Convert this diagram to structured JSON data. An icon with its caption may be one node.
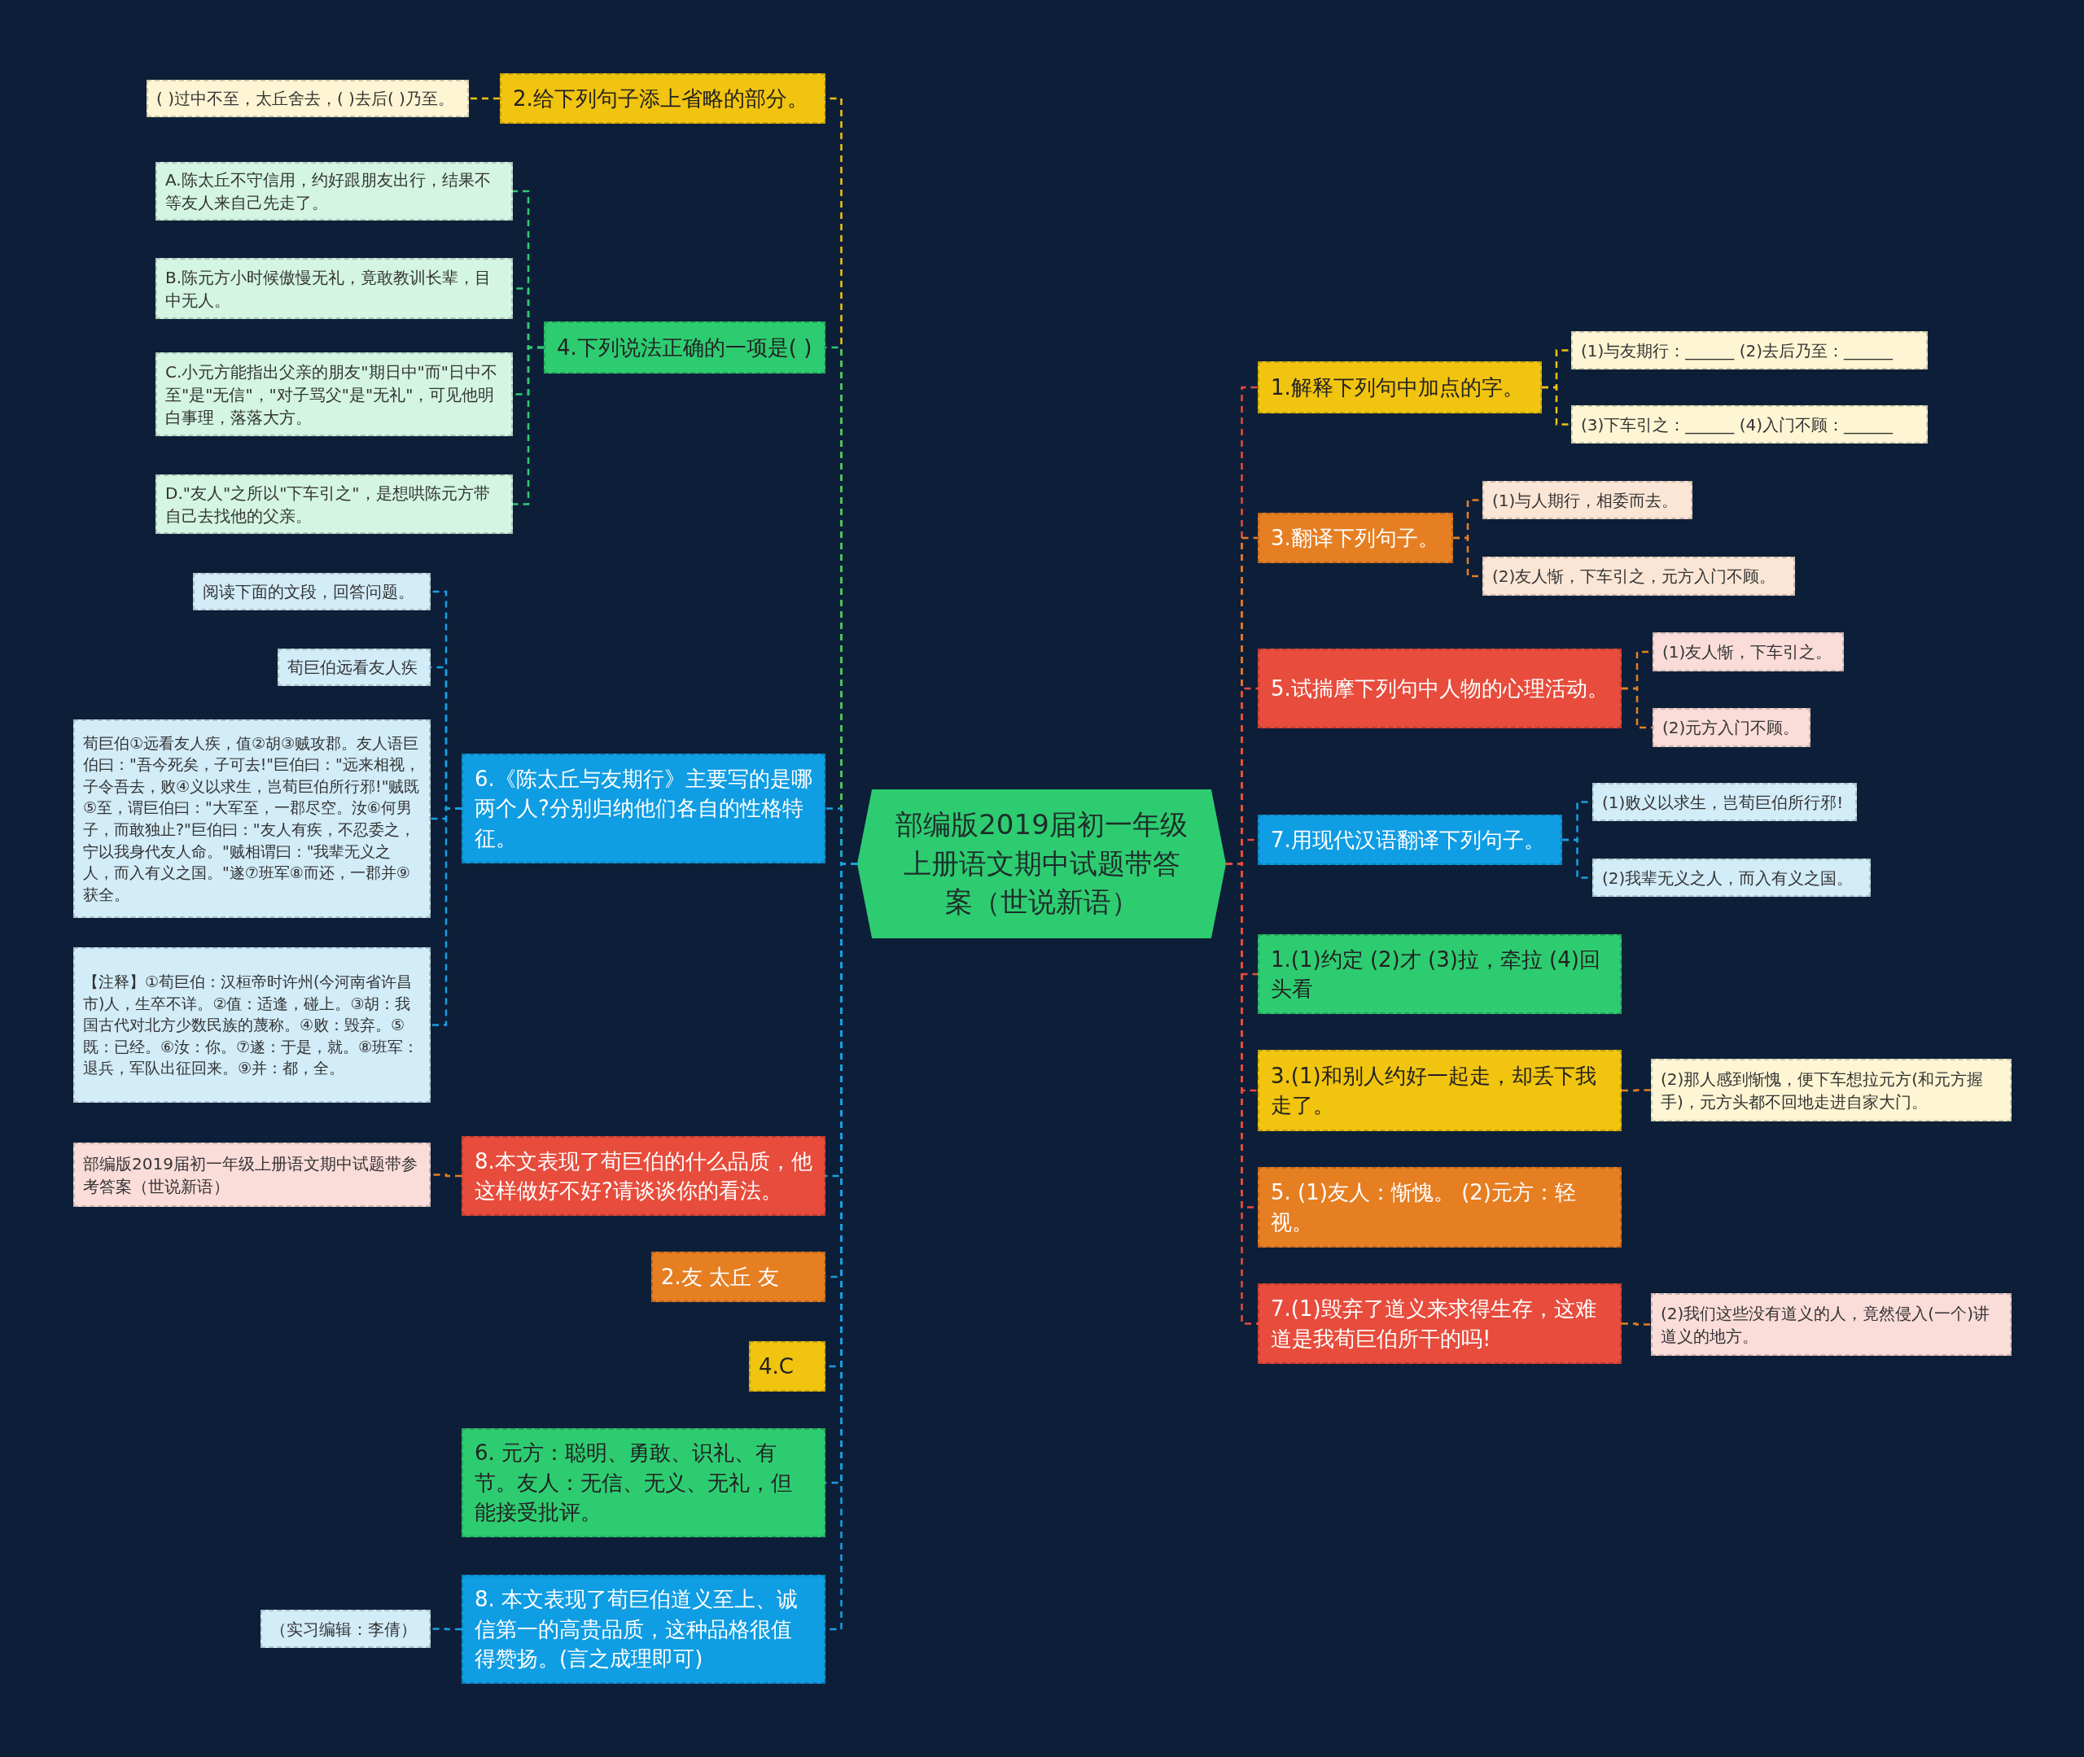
{
  "diagram": {
    "nodes": [
      {
        "text": [
          "部编版2019届初一年级上册语文期中试题带答案（世说新语）"
        ]
      },
      {
        "text": [
          "2.给下列句子添上省略的部分。"
        ]
      },
      {
        "text": [
          "( )过中不至，太丘舍去，( )去后( )乃至。"
        ]
      },
      {
        "text": [
          "4.下列说法正确的一项是( )"
        ]
      },
      {
        "text": [
          "A.陈太丘不守信用，约好跟朋友出行，结果不等友人来自己先走了。"
        ]
      },
      {
        "text": [
          "B.陈元方小时候傲慢无礼，竟敢教训长辈，目中无人。"
        ]
      },
      {
        "text": [
          "C.小元方能指出父亲的朋友\"期日中\"而\"日中不至\"是\"无信\"，\"对子骂父\"是\"无礼\"，可见他明白事理，落落大方。"
        ]
      },
      {
        "text": [
          "D.\"友人\"之所以\"下车引之\"，是想哄陈元方带自己去找他的父亲。"
        ]
      },
      {
        "text": [
          "6.《陈太丘与友期行》主要写的是哪两个人?分别归纳他们各自的性格特征。"
        ]
      },
      {
        "text": [
          "阅读下面的文段，回答问题。"
        ]
      },
      {
        "text": [
          "荀巨伯远看友人疾"
        ]
      },
      {
        "text": [
          "荀巨伯①远看友人疾，值②胡③贼攻郡。友人语巨伯曰：\"吾今死矣，子可去!\"巨伯曰：\"远来相视，子令吾去，败④义以求生，岂荀巨伯所行邪!\"贼既⑤至，谓巨伯曰：\"大军至，一郡尽空。汝⑥何男子，而敢独止?\"巨伯曰：\"友人有疾，不忍委之，宁以我身代友人命。\"贼相谓曰：\"我辈无义之人，而入有义之国。\"遂⑦班军⑧而还，一郡并⑨获全。"
        ]
      },
      {
        "text": [
          "【注释】①荀巨伯：汉桓帝时许州(今河南省许昌市)人，生卒不详。②值：适逢，碰上。③胡：我国古代对北方少数民族的蔑称。④败：毁弃。⑤既：已经。⑥汝：你。⑦遂：于是，就。⑧班军：退兵，军队出征回来。⑨并：都，全。"
        ]
      },
      {
        "text": [
          "8.本文表现了荀巨伯的什么品质，他这样做好不好?请谈谈你的看法。"
        ]
      },
      {
        "text": [
          "部编版2019届初一年级上册语文期中试题带参考答案（世说新语）"
        ]
      },
      {
        "text": [
          "2.友 太丘 友"
        ]
      },
      {
        "text": [
          "4.C"
        ]
      },
      {
        "text": [
          "6. 元方：聪明、勇敢、识礼、有节。友人：无信、无义、无礼，但能接受批评。"
        ]
      },
      {
        "text": [
          "8. 本文表现了荀巨伯道义至上、诚信第一的高贵品质，这种品格很值得赞扬。(言之成理即可)"
        ]
      },
      {
        "text": [
          "（实习编辑：李倩）"
        ]
      },
      {
        "text": [
          "1.解释下列句中加点的字。"
        ]
      },
      {
        "text": [
          "(1)与友期行：______ (2)去后乃至：______"
        ]
      },
      {
        "text": [
          "(3)下车引之：______ (4)入门不顾：______"
        ]
      },
      {
        "text": [
          "3.翻译下列句子。"
        ]
      },
      {
        "text": [
          "(1)与人期行，相委而去。"
        ]
      },
      {
        "text": [
          "(2)友人惭，下车引之，元方入门不顾。"
        ]
      },
      {
        "text": [
          "5.试揣摩下列句中人物的心理活动。"
        ]
      },
      {
        "text": [
          "(1)友人惭，下车引之。"
        ]
      },
      {
        "text": [
          "(2)元方入门不顾。"
        ]
      },
      {
        "text": [
          "7.用现代汉语翻译下列句子。"
        ]
      },
      {
        "text": [
          "(1)败义以求生，岂荀巨伯所行邪!"
        ]
      },
      {
        "text": [
          "(2)我辈无义之人，而入有义之国。"
        ]
      },
      {
        "text": [
          "1.(1)约定 (2)才 (3)拉，牵拉 (4)回头看"
        ]
      },
      {
        "text": [
          "3.(1)和别人约好一起走，却丢下我走了。"
        ]
      },
      {
        "text": [
          "(2)那人感到惭愧，便下车想拉元方(和元方握手)，元方头都不回地走进自家大门。"
        ]
      },
      {
        "text": [
          "5. (1)友人：惭愧。 (2)元方：轻视。"
        ]
      },
      {
        "text": [
          "7.(1)毁弃了道义来求得生存，这难道是我荀巨伯所干的吗!"
        ]
      },
      {
        "text": [
          "(2)我们这些没有道义的人，竟然侵入(一个)讲道义的地方。"
        ]
      }
    ],
    "edges": [
      {
        "from": 0,
        "to": 1,
        "arrow": "none",
        "color": "#f1c40f"
      },
      {
        "from": 1,
        "to": 2,
        "arrow": "none",
        "color": "#f1c40f"
      },
      {
        "from": 0,
        "to": 3,
        "arrow": "none",
        "color": "#2ecc71"
      },
      {
        "from": 3,
        "to": 4,
        "arrow": "none",
        "color": "#2ecc71"
      },
      {
        "from": 3,
        "to": 5,
        "arrow": "none",
        "color": "#2ecc71"
      },
      {
        "from": 3,
        "to": 6,
        "arrow": "none",
        "color": "#2ecc71"
      },
      {
        "from": 3,
        "to": 7,
        "arrow": "none",
        "color": "#2ecc71"
      },
      {
        "from": 0,
        "to": 8,
        "arrow": "none",
        "color": "#1a9ee2"
      },
      {
        "from": 8,
        "to": 9,
        "arrow": "none",
        "color": "#1a9ee2"
      },
      {
        "from": 8,
        "to": 10,
        "arrow": "none",
        "color": "#1a9ee2"
      },
      {
        "from": 8,
        "to": 11,
        "arrow": "none",
        "color": "#1a9ee2"
      },
      {
        "from": 8,
        "to": 12,
        "arrow": "none",
        "color": "#1a9ee2"
      },
      {
        "from": 0,
        "to": 13,
        "arrow": "none",
        "color": "#1a9ee2"
      },
      {
        "from": 13,
        "to": 14,
        "arrow": "none",
        "color": "#e67e22"
      },
      {
        "from": 0,
        "to": 15,
        "arrow": "none",
        "color": "#1a9ee2"
      },
      {
        "from": 0,
        "to": 16,
        "arrow": "none",
        "color": "#1a9ee2"
      },
      {
        "from": 0,
        "to": 17,
        "arrow": "none",
        "color": "#1a9ee2"
      },
      {
        "from": 0,
        "to": 18,
        "arrow": "none",
        "color": "#1a9ee2"
      },
      {
        "from": 18,
        "to": 19,
        "arrow": "none",
        "color": "#1a9ee2"
      },
      {
        "from": 0,
        "to": 20,
        "arrow": "none",
        "color": "#e74c3c"
      },
      {
        "from": 20,
        "to": 21,
        "arrow": "none",
        "color": "#f1c40f"
      },
      {
        "from": 20,
        "to": 22,
        "arrow": "none",
        "color": "#f1c40f"
      },
      {
        "from": 0,
        "to": 23,
        "arrow": "none",
        "color": "#e67e22"
      },
      {
        "from": 23,
        "to": 24,
        "arrow": "none",
        "color": "#e67e22"
      },
      {
        "from": 23,
        "to": 25,
        "arrow": "none",
        "color": "#e67e22"
      },
      {
        "from": 0,
        "to": 26,
        "arrow": "none",
        "color": "#e74c3c"
      },
      {
        "from": 26,
        "to": 27,
        "arrow": "none",
        "color": "#e67e22"
      },
      {
        "from": 26,
        "to": 28,
        "arrow": "none",
        "color": "#e67e22"
      },
      {
        "from": 0,
        "to": 29,
        "arrow": "none",
        "color": "#e74c3c"
      },
      {
        "from": 29,
        "to": 30,
        "arrow": "none",
        "color": "#1a9ee2"
      },
      {
        "from": 29,
        "to": 31,
        "arrow": "none",
        "color": "#1a9ee2"
      },
      {
        "from": 0,
        "to": 32,
        "arrow": "none",
        "color": "#e74c3c"
      },
      {
        "from": 0,
        "to": 33,
        "arrow": "none",
        "color": "#e74c3c"
      },
      {
        "from": 33,
        "to": 34,
        "arrow": "none",
        "color": "#e67e22"
      },
      {
        "from": 0,
        "to": 35,
        "arrow": "none",
        "color": "#e74c3c"
      },
      {
        "from": 0,
        "to": 36,
        "arrow": "none",
        "color": "#e74c3c"
      },
      {
        "from": 36,
        "to": 37,
        "arrow": "none",
        "color": "#e67e22"
      }
    ]
  }
}
